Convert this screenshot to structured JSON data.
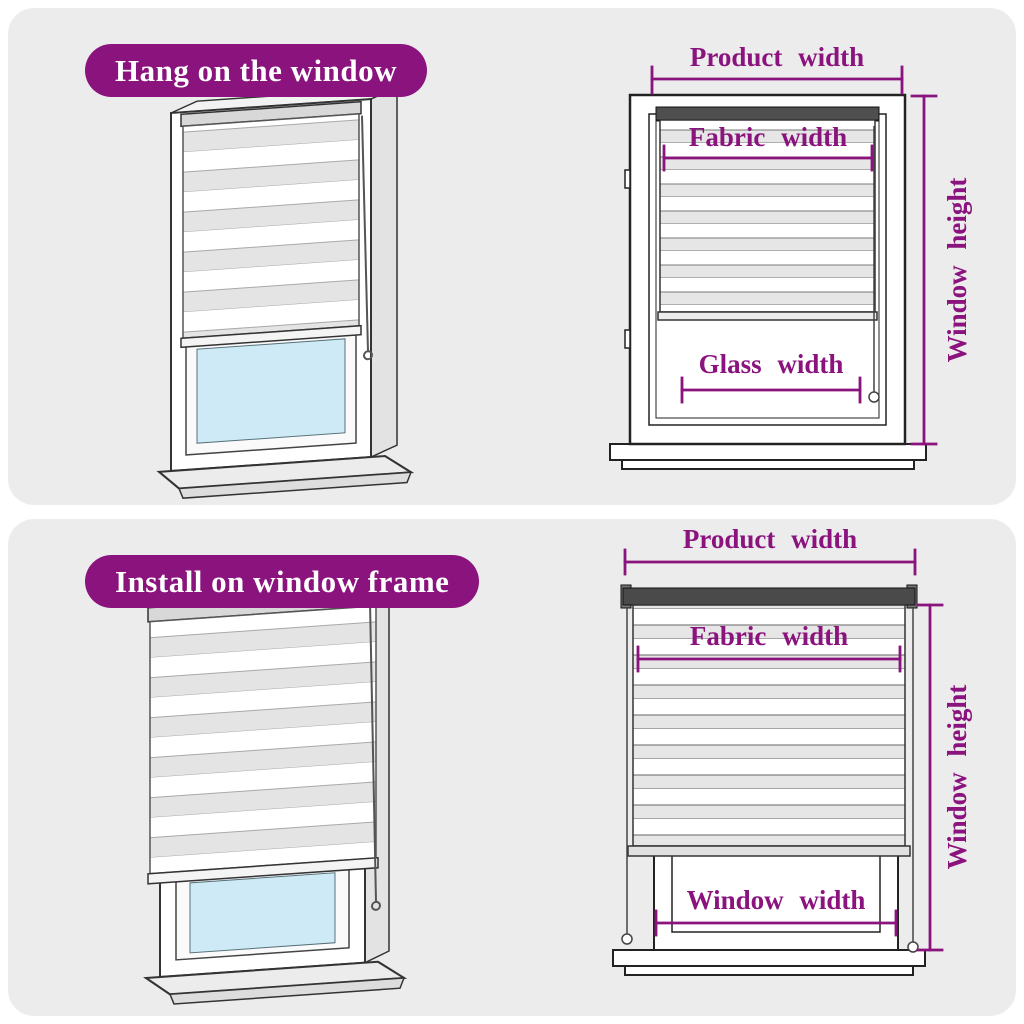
{
  "colors": {
    "accent": "#8a137e",
    "panel_bg": "#ececec",
    "glass": "#cdeaf6"
  },
  "panel_top": {
    "badge": "Hang on the window",
    "labels": {
      "product_width": "Product width",
      "fabric_width": "Fabric width",
      "glass_width": "Glass width",
      "window_height": "Window height"
    }
  },
  "panel_bottom": {
    "badge": "Install on window frame",
    "labels": {
      "product_width": "Product width",
      "fabric_width": "Fabric width",
      "window_width": "Window width",
      "window_height": "Window height"
    }
  }
}
